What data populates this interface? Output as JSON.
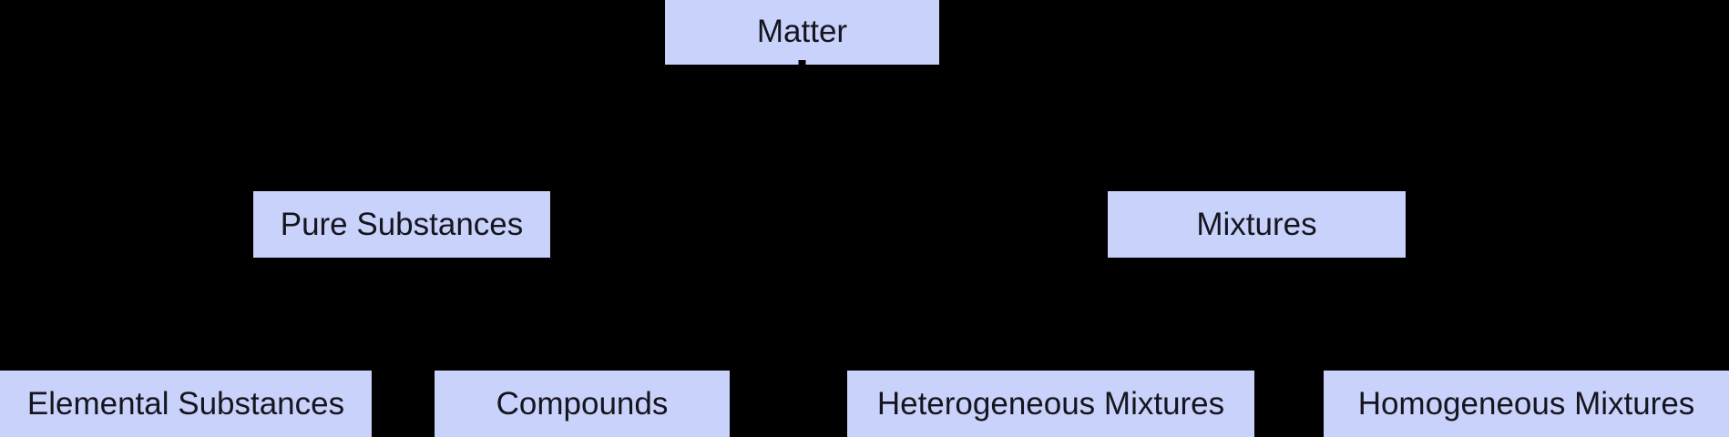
{
  "diagram": {
    "title": "Classification of Matter flowchart",
    "type": "tree",
    "colors": {
      "background": "#000000",
      "node_fill": "#c9d2fa",
      "node_text": "#15151e",
      "edge": "#000000"
    },
    "nodes": [
      {
        "id": "matter",
        "label": "Matter",
        "level": 0,
        "parent": null
      },
      {
        "id": "pure-substances",
        "label": "Pure Substances",
        "level": 1,
        "parent": "matter"
      },
      {
        "id": "mixtures",
        "label": "Mixtures",
        "level": 1,
        "parent": "matter"
      },
      {
        "id": "elemental-substances",
        "label": "Elemental Substances",
        "level": 2,
        "parent": "pure-substances"
      },
      {
        "id": "compounds",
        "label": "Compounds",
        "level": 2,
        "parent": "pure-substances"
      },
      {
        "id": "heterogeneous-mixtures",
        "label": "Heterogeneous Mixtures",
        "level": 2,
        "parent": "mixtures"
      },
      {
        "id": "homogeneous-mixtures",
        "label": "Homogeneous Mixtures",
        "level": 2,
        "parent": "mixtures"
      }
    ],
    "edges": [
      {
        "from": "matter",
        "to": "pure-substances"
      },
      {
        "from": "matter",
        "to": "mixtures"
      },
      {
        "from": "pure-substances",
        "to": "elemental-substances"
      },
      {
        "from": "pure-substances",
        "to": "compounds"
      },
      {
        "from": "mixtures",
        "to": "heterogeneous-mixtures"
      },
      {
        "from": "mixtures",
        "to": "homogeneous-mixtures"
      }
    ]
  }
}
